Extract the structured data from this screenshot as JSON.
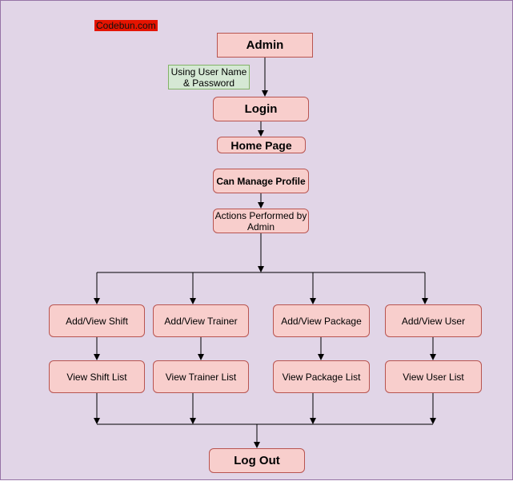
{
  "watermark": "Codebun.com",
  "nodes": {
    "admin": "Admin",
    "credentials_note": "Using User Name\n& Password",
    "login": "Login",
    "home_page": "Home Page",
    "manage_profile": "Can Manage Profile",
    "actions": "Actions Performed by\nAdmin",
    "add_shift": "Add/View Shift",
    "add_trainer": "Add/View Trainer",
    "add_package": "Add/View Package",
    "add_user": "Add/View User",
    "view_shift_list": "View Shift List",
    "view_trainer_list": "View Trainer List",
    "view_package_list": "View Package List",
    "view_user_list": "View User List",
    "logout": "Log Out"
  },
  "colors": {
    "background": "#e1d5e7",
    "node_fill": "#f8cecc",
    "node_border": "#b85450",
    "note_fill": "#d5e8d4",
    "note_border": "#82b366",
    "watermark": "#e51400"
  }
}
